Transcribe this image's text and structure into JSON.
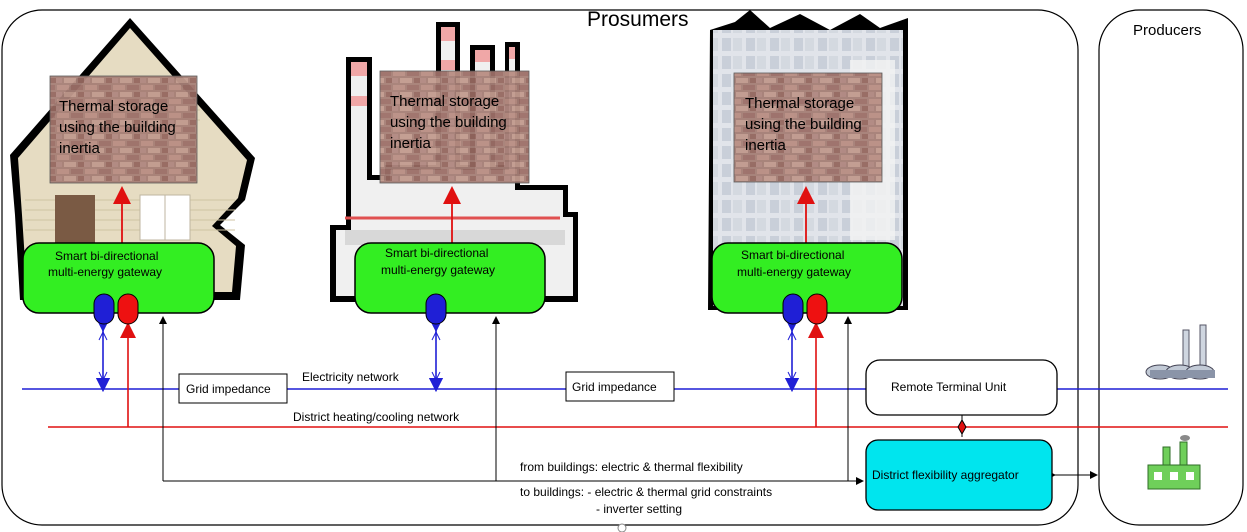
{
  "titles": {
    "prosumers": "Prosumers",
    "producers": "Producers"
  },
  "storage": {
    "house": "Thermal storage using the building inertia",
    "factory": "Thermal storage using the building inertia",
    "office": "Thermal storage using the building inertia"
  },
  "gateways": {
    "house": {
      "line1": "Smart bi-directional",
      "line2": "multi-energy gateway"
    },
    "factory": {
      "line1": "Smart bi-directional",
      "line2": "multi-energy gateway"
    },
    "office": {
      "line1": "Smart bi-directional",
      "line2": "multi-energy gateway"
    }
  },
  "networks": {
    "electricity": "Electricity network",
    "heating": "District heating/cooling network",
    "grid_impedance_1": "Grid impedance",
    "grid_impedance_2": "Grid impedance"
  },
  "rtu": "Remote Terminal Unit",
  "aggregator": "District flexibility aggregator",
  "flows": {
    "from_buildings": "from buildings: electric & thermal flexibility",
    "to_buildings_1": "to buildings: - electric & thermal grid constraints",
    "to_buildings_2": "- inverter setting"
  },
  "colors": {
    "electric_line": "#1f1fd6",
    "heat_line": "#e01010",
    "gateway_fill": "#33ee22",
    "aggregator_fill": "#00e5ee",
    "brick": "#a8827a"
  }
}
